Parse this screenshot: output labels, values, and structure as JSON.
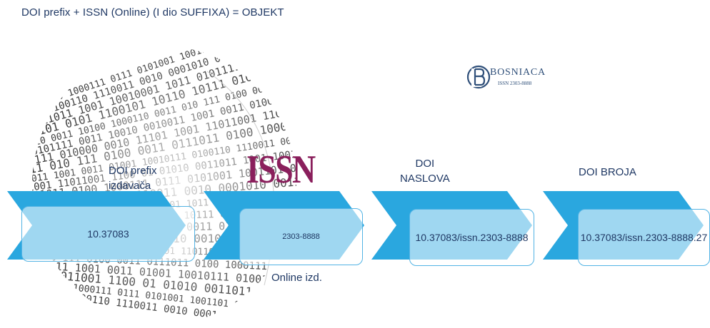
{
  "formula": "DOI prefix + ISSN (Online) (I dio SUFFIXA) =  OBJEKT",
  "logo": {
    "name": "BOSNIACA",
    "issn": "ISSN 2303-8888"
  },
  "issn_mark": "ISSN",
  "labels": {
    "doi_prefix_line1": "DOI prefix",
    "doi_prefix_line2": "izdavača",
    "doi_naslova_line1": "DOI",
    "doi_naslova_line2": "NASLOVA",
    "doi_broja": "DOI BROJA",
    "online": "Online izd."
  },
  "steps": [
    {
      "value": "10.37083"
    },
    {
      "value": "2303-8888"
    },
    {
      "value": "10.37083/issn.2303-8888"
    },
    {
      "value": "10.37083/issn.2303-8888.27"
    }
  ],
  "colors": {
    "text": "#1f3864",
    "accent": "#2aa7df",
    "box_border": "#52b3e4",
    "issn": "#8a1f5c"
  }
}
